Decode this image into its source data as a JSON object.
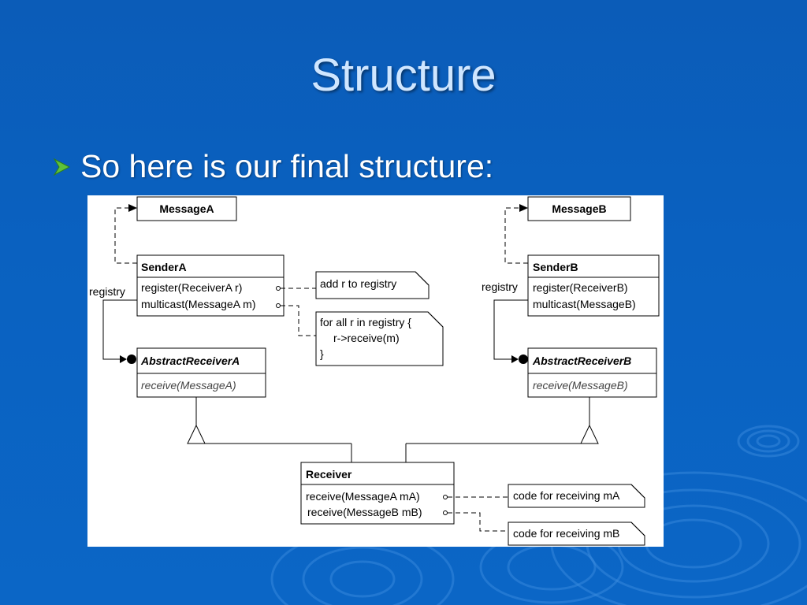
{
  "slide": {
    "title": "Structure",
    "bullet": "So here is our final structure:",
    "bullet_icon": "arrowhead-bullet-icon",
    "colors": {
      "background": "#0b5cb8",
      "title": "#cfe6ff",
      "bullet_icon": "#5ec23a"
    }
  },
  "diagram": {
    "messageA": "MessageA",
    "messageB": "MessageB",
    "senderA": {
      "name": "SenderA",
      "op1": "register(ReceiverA r)",
      "op2": "multicast(MessageA m)"
    },
    "senderB": {
      "name": "SenderB",
      "op1": "register(ReceiverB)",
      "op2": "multicast(MessageB)"
    },
    "abstractReceiverA": {
      "name": "AbstractReceiverA",
      "op": "receive(MessageA)"
    },
    "abstractReceiverB": {
      "name": "AbstractReceiverB",
      "op": "receive(MessageB)"
    },
    "receiver": {
      "name": "Receiver",
      "op1": "receive(MessageA mA)",
      "op2": "receive(MessageB mB)"
    },
    "registryA": "registry",
    "registryB": "registry",
    "noteAddRegistry": "add r to registry",
    "noteForAll": {
      "line1": "for all r in registry {",
      "line2": "r->receive(m)",
      "line3": "}"
    },
    "noteCodeA": "code for receiving mA",
    "noteCodeB": "code for receiving mB"
  }
}
